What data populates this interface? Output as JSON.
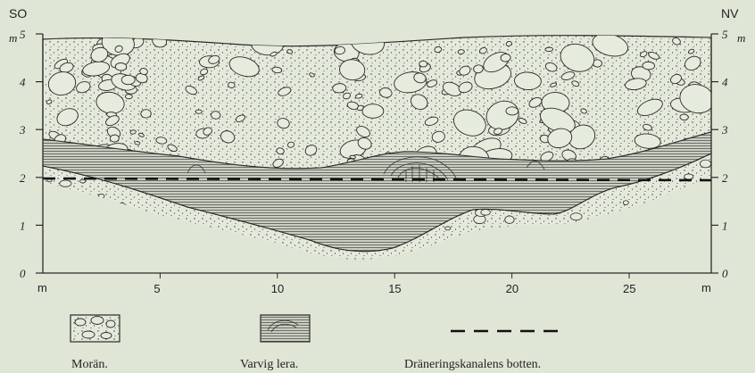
{
  "header": {
    "left": "SO",
    "right": "NV"
  },
  "y_axis": {
    "unit": "m",
    "left_ticks": [
      "5",
      "4",
      "3",
      "2",
      "1",
      "0"
    ],
    "right_ticks": [
      "5",
      "4",
      "3",
      "2",
      "1",
      "0"
    ]
  },
  "x_axis": {
    "unit_left": "m",
    "unit_right": "m",
    "ticks": [
      "5",
      "10",
      "15",
      "20",
      "25"
    ]
  },
  "legend": {
    "moran": "Morän.",
    "lera": "Varvig lera.",
    "kanal": "Dräneringskanalens botten."
  },
  "colors": {
    "background": "#dfe6d6",
    "ink": "#2a2a2a"
  }
}
